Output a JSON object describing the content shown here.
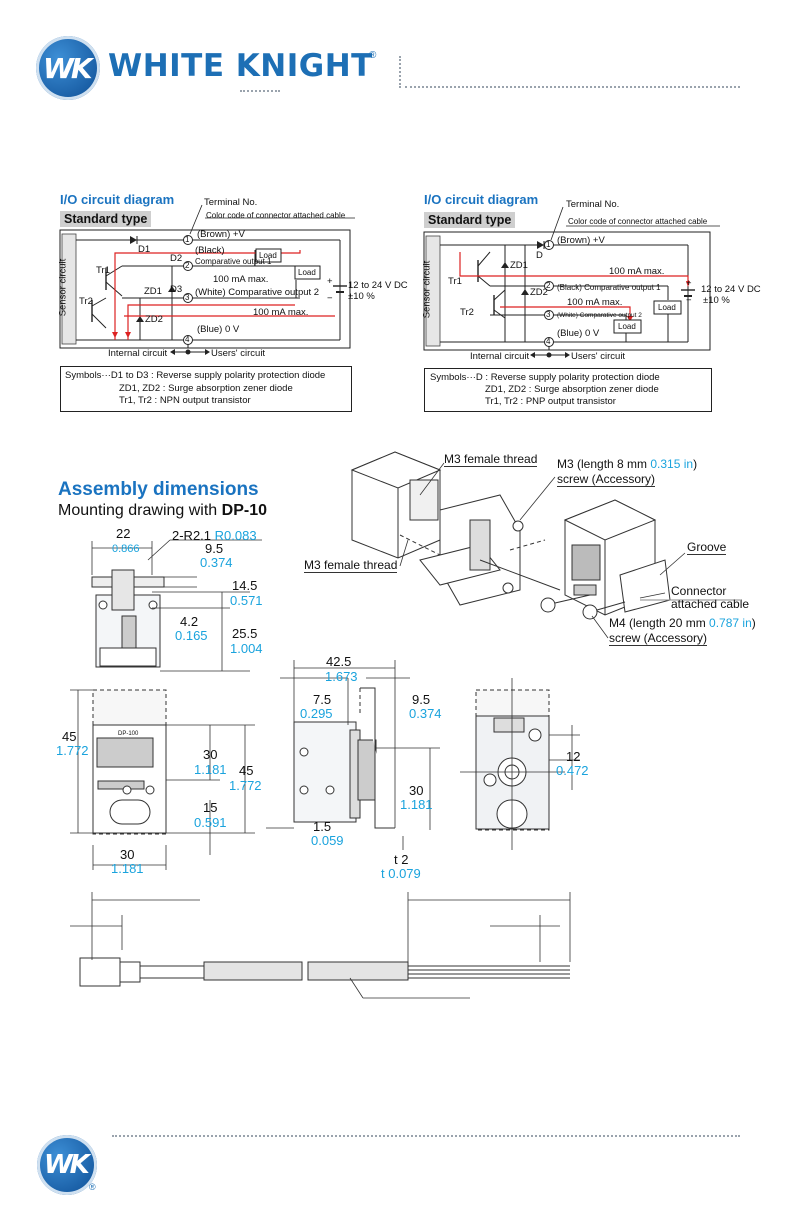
{
  "header": {
    "brand_name": "WHITE KNIGHT",
    "registered_mark": "®",
    "logo_letters": "WK",
    "brand_color": "#1d6fb5"
  },
  "circuits": [
    {
      "title": "I/O circuit diagram",
      "subtitle": "Standard type",
      "terminal_no": "Terminal No.",
      "color_code": "Color code of connector attached cable",
      "sensor_label": "Sensor circuit",
      "brown": "(Brown) +V",
      "black": "(Black)",
      "comp1": "Comparative output 1",
      "white": "(White) Comparative output 2",
      "blue": "(Blue) 0 V",
      "current1": "100 mA max.",
      "current2": "100 mA max.",
      "load1": "Load",
      "load2": "Load",
      "supply": "12 to 24 V DC",
      "supply_tol": "±10 %",
      "internal": "Internal circuit",
      "users": "Users' circuit",
      "symbols_line1": "Symbols···D1 to D3 : Reverse supply polarity protection diode",
      "symbols_line2": "ZD1, ZD2 : Surge absorption zener diode",
      "symbols_line3": "Tr1, Tr2  : NPN output transistor",
      "d1": "D1",
      "d2": "D2",
      "d3": "D3",
      "zd1": "ZD1",
      "zd2": "ZD2",
      "tr1": "Tr1",
      "tr2": "Tr2",
      "t1": "1",
      "t2": "2",
      "t3": "3",
      "t4": "4",
      "plus": "+",
      "minus": "−"
    },
    {
      "title": "I/O circuit diagram",
      "subtitle": "Standard type",
      "terminal_no": "Terminal No.",
      "color_code": "Color code of connector attached cable",
      "sensor_label": "Sensor circuit",
      "brown": "(Brown) +V",
      "black_comp1": "(Black) Comparative output 1",
      "white_comp2": "(White) Comparative output 2",
      "blue": "(Blue) 0 V",
      "current1": "100 mA max.",
      "current2": "100 mA max.",
      "load1": "Load",
      "load2": "Load",
      "supply": "12 to 24 V DC",
      "supply_tol": "±10 %",
      "internal": "Internal circuit",
      "users": "Users' circuit",
      "symbols_line1": "Symbols···D : Reverse supply polarity protection diode",
      "symbols_line2": "ZD1, ZD2 : Surge absorption zener diode",
      "symbols_line3": "Tr1, Tr2  : PNP output transistor",
      "d": "D",
      "zd1": "ZD1",
      "zd2": "ZD2",
      "tr1": "Tr1",
      "tr2": "Tr2",
      "t1": "1",
      "t2": "2",
      "t3": "3",
      "t4": "4",
      "plus": "+",
      "minus": "−"
    }
  ],
  "assembly": {
    "title": "Assembly dimensions",
    "subtitle_prefix": "Mounting drawing with ",
    "subtitle_model": "DP-10",
    "callouts": {
      "m3_top": "M3 female thread",
      "m3_bottom": "M3 female thread",
      "m3_screw_a": "M3 (length 8 mm ",
      "m3_screw_in": "0.315 in",
      "m3_screw_b": ")",
      "m3_screw_c": "screw (Accessory)",
      "groove": "Groove",
      "connector_a": "Connector",
      "connector_b": "attached cable",
      "m4_screw_a": "M4 (length 20 mm ",
      "m4_screw_in": "0.787 in",
      "m4_screw_b": ")",
      "m4_screw_c": "screw (Accessory)"
    },
    "dims": {
      "d22": "22",
      "d22in": "0.866",
      "r": "2-R2.1 ",
      "rin": "R0.083",
      "d95a": "9.5",
      "d95ain": "0.374",
      "d145": "14.5",
      "d145in": "0.571",
      "d42": "4.2",
      "d42in": "0.165",
      "d255": "25.5",
      "d255in": "1.004",
      "d425": "42.5",
      "d425in": "1.673",
      "d75": "7.5",
      "d75in": "0.295",
      "d95b": "9.5",
      "d95bin": "0.374",
      "d45a": "45",
      "d45ain": "1.772",
      "d30a": "30",
      "d30ain": "1.181",
      "d45b": "45",
      "d45bin": "1.772",
      "d15": "15",
      "d15in": "0.591",
      "d30b": "30",
      "d30bin": "1.181",
      "d30c": "30",
      "d30cin": "1.181",
      "d1_5": "1.5",
      "d1_5in": "0.059",
      "t2": "t 2",
      "t2in": "t 0.079",
      "d12": "12",
      "d12in": "0.472"
    },
    "panel_label": "DP-100"
  }
}
